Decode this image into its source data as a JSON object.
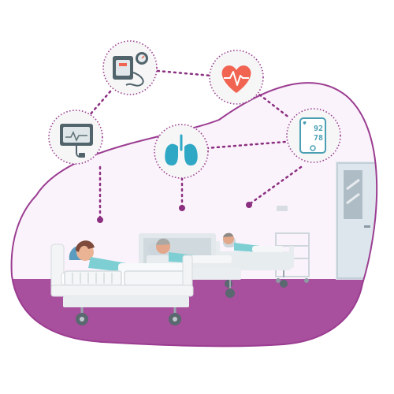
{
  "illustration": {
    "scene": "hospital-ward-remote-monitoring",
    "colors": {
      "room_background": "#fbf3fb",
      "room_outline": "#9b3d91",
      "floor": "#a84f9e",
      "dotted_connector": "#8b2f80",
      "icon_circle_fill": "#f6f6f7",
      "icon_circle_border": "#9a3d8e",
      "heart_accent": "#f06451",
      "lungs_accent": "#2ea8c4",
      "monitor_accent": "#7b9096",
      "patient_gown": "#7ecfd3",
      "door": "#dde6ec"
    },
    "icons": [
      {
        "name": "blood-pressure-monitor-icon"
      },
      {
        "name": "heart-rate-icon"
      },
      {
        "name": "ultrasound-scale-icon"
      },
      {
        "name": "lungs-icon"
      },
      {
        "name": "pulse-oximeter-icon"
      }
    ],
    "oximeter_readout": {
      "top_value": "92",
      "bottom_value": "78"
    },
    "beds": [
      {
        "name": "front-bed"
      },
      {
        "name": "middle-bed"
      },
      {
        "name": "back-bed"
      }
    ]
  }
}
